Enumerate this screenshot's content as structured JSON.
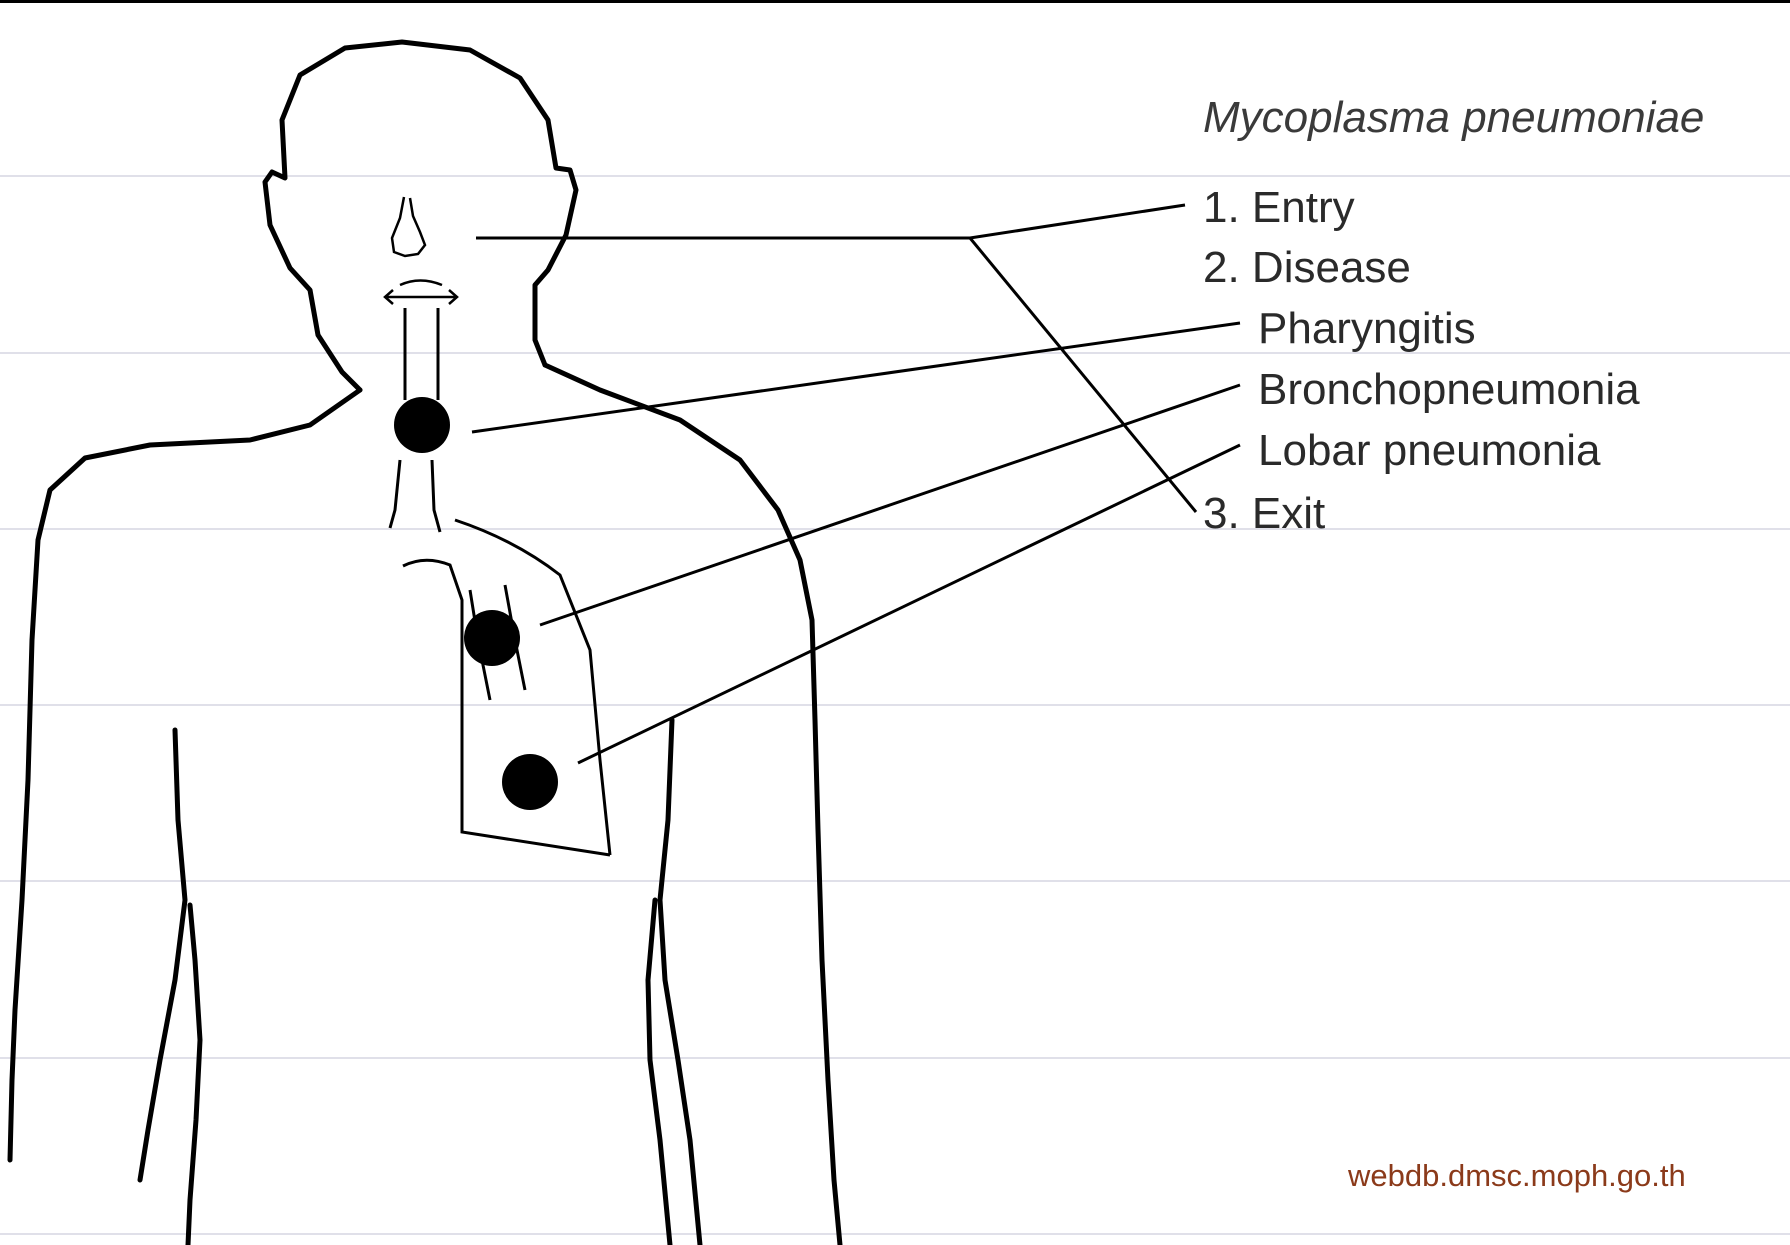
{
  "title": "Mycoplasma pneumoniae",
  "labels": {
    "entry": "1. Entry",
    "disease": "2. Disease",
    "pharyngitis": "Pharyngitis",
    "bronchopneumonia": "Bronchopneumonia",
    "lobar": "Lobar pneumonia",
    "exit": "3. Exit"
  },
  "watermark": "webdb.dmsc.moph.go.th",
  "colors": {
    "line": "#000000",
    "text": "#2a2a2a",
    "watermark": "#8b3a1a",
    "ruled_line": "#d8d8e4",
    "top_bar": "#000000"
  }
}
